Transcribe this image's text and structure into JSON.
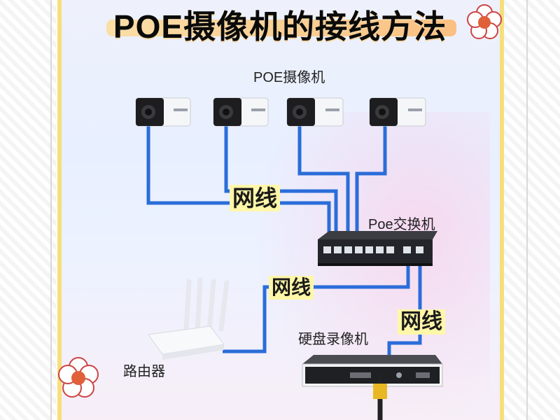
{
  "title": "POE摄像机的接线方法",
  "labels": {
    "cameras": "POE摄像机",
    "switch": "Poe交换机",
    "router": "路由器",
    "nvr": "硬盘录像机",
    "cable_top": "网线",
    "cable_router": "网线",
    "cable_nvr": "网线"
  },
  "colors": {
    "cable": "#2a6dd9",
    "highlight": "#fff7a8",
    "frame": "#f6df7a"
  },
  "icons": [
    "camera-icon",
    "switch-icon",
    "router-icon",
    "nvr-icon",
    "flower-icon"
  ]
}
